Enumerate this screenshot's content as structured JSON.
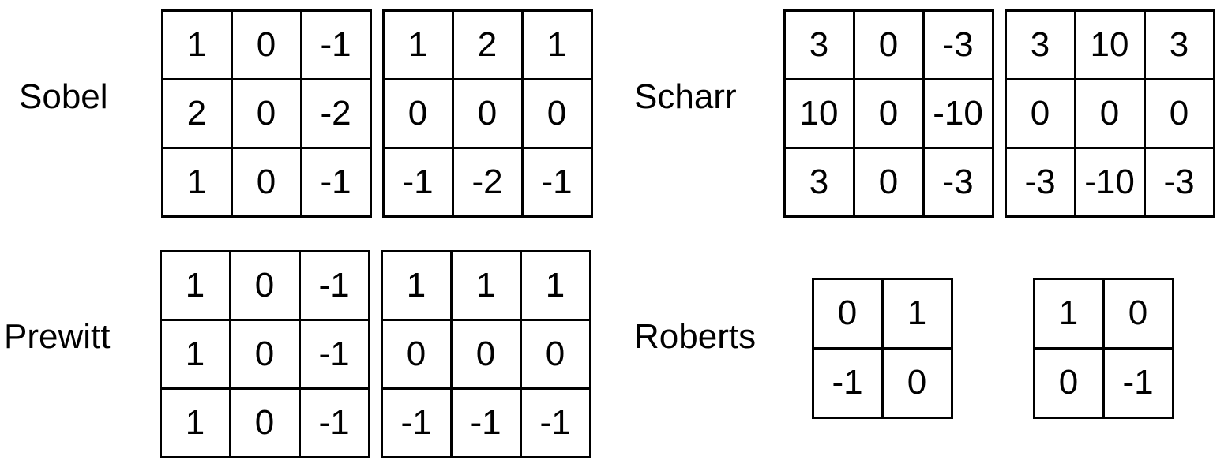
{
  "operators": {
    "sobel": {
      "name": "Sobel",
      "kernel_x": [
        [
          "1",
          "0",
          "-1"
        ],
        [
          "2",
          "0",
          "-2"
        ],
        [
          "1",
          "0",
          "-1"
        ]
      ],
      "kernel_y": [
        [
          "1",
          "2",
          "1"
        ],
        [
          "0",
          "0",
          "0"
        ],
        [
          "-1",
          "-2",
          "-1"
        ]
      ]
    },
    "scharr": {
      "name": "Scharr",
      "kernel_x": [
        [
          "3",
          "0",
          "-3"
        ],
        [
          "10",
          "0",
          "-10"
        ],
        [
          "3",
          "0",
          "-3"
        ]
      ],
      "kernel_y": [
        [
          "3",
          "10",
          "3"
        ],
        [
          "0",
          "0",
          "0"
        ],
        [
          "-3",
          "-10",
          "-3"
        ]
      ]
    },
    "prewitt": {
      "name": "Prewitt",
      "kernel_x": [
        [
          "1",
          "0",
          "-1"
        ],
        [
          "1",
          "0",
          "-1"
        ],
        [
          "1",
          "0",
          "-1"
        ]
      ],
      "kernel_y": [
        [
          "1",
          "1",
          "1"
        ],
        [
          "0",
          "0",
          "0"
        ],
        [
          "-1",
          "-1",
          "-1"
        ]
      ]
    },
    "roberts": {
      "name": "Roberts",
      "kernel_x": [
        [
          "0",
          "1"
        ],
        [
          "-1",
          "0"
        ]
      ],
      "kernel_y": [
        [
          "1",
          "0"
        ],
        [
          "0",
          "-1"
        ]
      ]
    }
  }
}
